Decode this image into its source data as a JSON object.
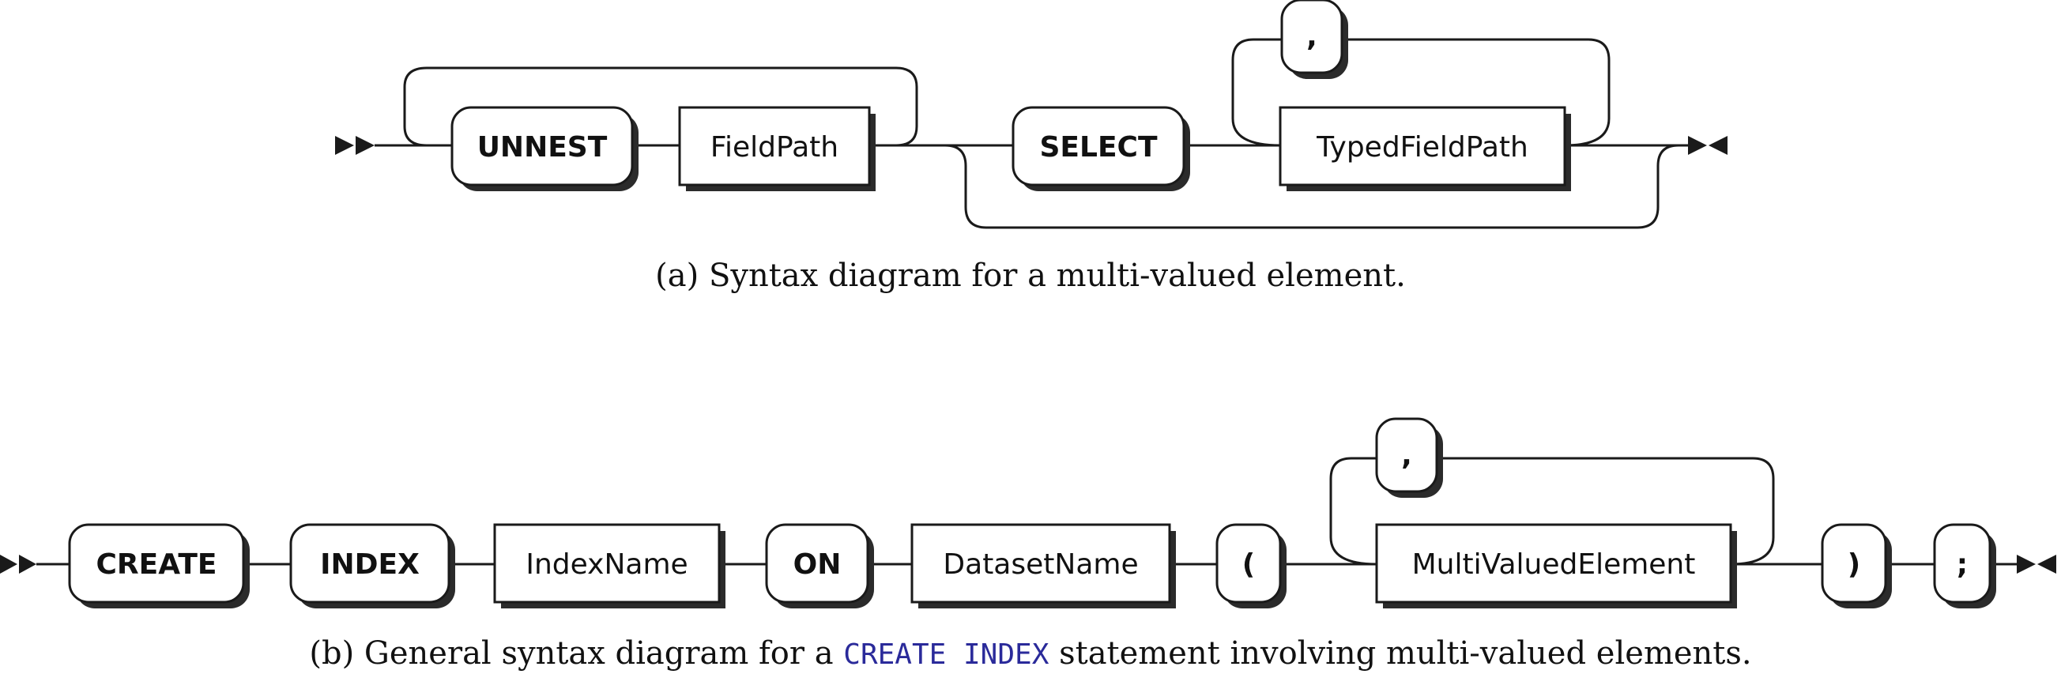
{
  "diagram_a": {
    "tokens": {
      "unnest": "UNNEST",
      "fieldpath": "FieldPath",
      "select": "SELECT",
      "comma": ",",
      "typedfieldpath": "TypedFieldPath"
    },
    "caption": "(a) Syntax diagram for a multi-valued element."
  },
  "diagram_b": {
    "tokens": {
      "create": "CREATE",
      "index": "INDEX",
      "indexname": "IndexName",
      "on": "ON",
      "datasetname": "DatasetName",
      "lparen": "(",
      "comma": ",",
      "multivaluedelement": "MultiValuedElement",
      "rparen": ")",
      "semicolon": ";"
    },
    "caption_prefix": "(b) General syntax diagram for a",
    "caption_code": "CREATE INDEX",
    "caption_suffix": "statement involving multi-valued elements."
  }
}
